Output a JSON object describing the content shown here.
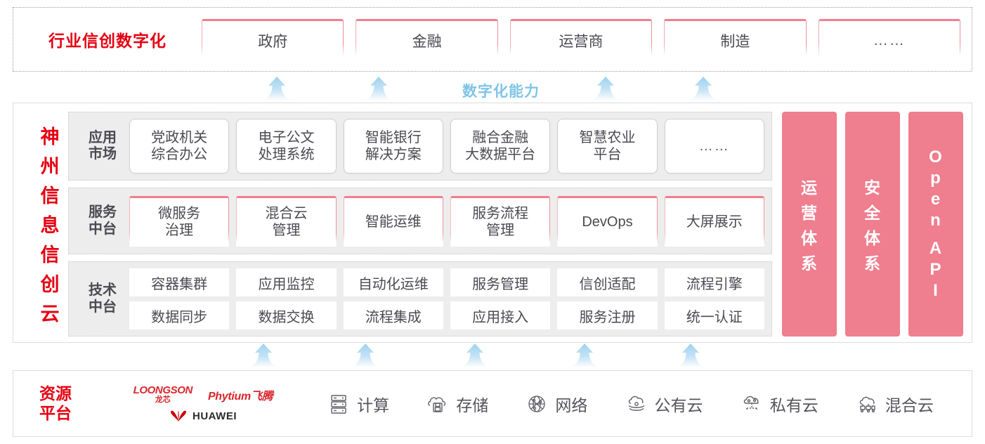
{
  "industry": {
    "title": "行业信创数字化",
    "boxes": [
      "政府",
      "金融",
      "运营商",
      "制造",
      "……"
    ]
  },
  "capability_label": "数字化能力",
  "cloud": {
    "title_chars": [
      "神",
      "州",
      "信",
      "息",
      "信",
      "创",
      "云"
    ],
    "layers": [
      {
        "label_lines": [
          "应用",
          "市场"
        ],
        "name": "应用市场",
        "items": [
          "党政机关\n综合办公",
          "电子公文\n处理系统",
          "智能银行\n解决方案",
          "融合金融\n大数据平台",
          "智慧农业\n平台",
          "……"
        ]
      },
      {
        "label_lines": [
          "服务",
          "中台"
        ],
        "name": "服务中台",
        "items": [
          "微服务\n治理",
          "混合云\n管理",
          "智能运维",
          "服务流程\n管理",
          "DevOps",
          "大屏展示"
        ]
      },
      {
        "label_lines": [
          "技术",
          "中台"
        ],
        "name": "技术中台",
        "row1": [
          "容器集群",
          "应用监控",
          "自动化运维",
          "服务管理",
          "信创适配",
          "流程引擎"
        ],
        "row2": [
          "数据同步",
          "数据交换",
          "流程集成",
          "应用接入",
          "服务注册",
          "统一认证"
        ]
      }
    ],
    "pillars": [
      {
        "text_chars": [
          "运",
          "营",
          "体",
          "系"
        ],
        "latin": false
      },
      {
        "text_chars": [
          "安",
          "全",
          "体",
          "系"
        ],
        "latin": false
      },
      {
        "text_chars": [
          "O",
          "p",
          "e",
          "n",
          " ",
          "A",
          "P",
          "I"
        ],
        "latin": true,
        "label": "Open API"
      }
    ]
  },
  "resource": {
    "title_lines": [
      "资源",
      "平台"
    ],
    "vendors": [
      {
        "name": "loongson-logo",
        "top": "LOONGSON",
        "bottom": "龙芯"
      },
      {
        "name": "phytium-logo",
        "text": "Phytium飞腾"
      },
      {
        "name": "huawei-logo",
        "text": "HUAWEI"
      }
    ],
    "items": [
      {
        "icon": "server-icon",
        "label": "计算"
      },
      {
        "icon": "cloud-storage-icon",
        "label": "存储"
      },
      {
        "icon": "network-icon",
        "label": "网络"
      },
      {
        "icon": "public-cloud-icon",
        "label": "公有云"
      },
      {
        "icon": "private-cloud-icon",
        "label": "私有云"
      },
      {
        "icon": "hybrid-cloud-icon",
        "label": "混合云"
      }
    ]
  },
  "colors": {
    "brand_red": "#e60012",
    "pink": "#ef7e8e",
    "arrow_blue": "#aed9f0",
    "capability_blue": "#7fc4e8",
    "layer_bg": "#ededed",
    "text_gray": "#4a4a52"
  },
  "arrows": {
    "top_count": 4,
    "bottom_count": 5
  }
}
